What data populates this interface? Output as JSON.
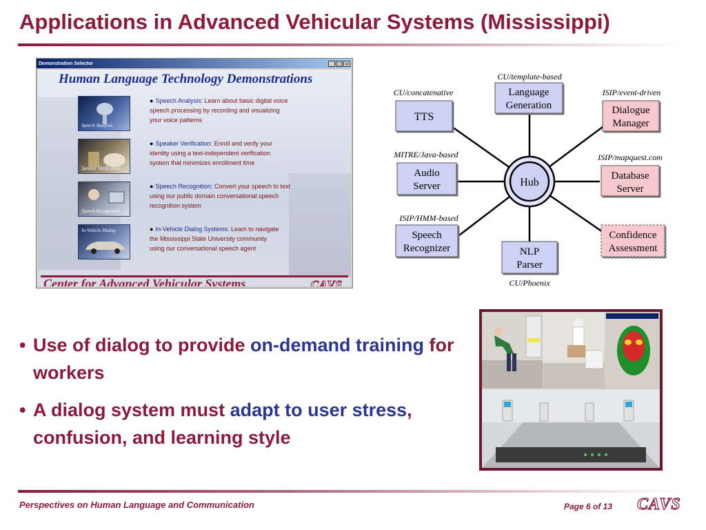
{
  "slide": {
    "title": "Applications in Advanced Vehicular Systems (Mississippi)"
  },
  "demo_window": {
    "window_title": "Demonstration Selector",
    "window_buttons": [
      "_",
      "□",
      "×"
    ],
    "header": "Human Language Technology Demonstrations",
    "items": [
      {
        "thumb_label": "Speech Analysis",
        "title": "Speech Analysis:",
        "lines": [
          " Learn about basic digital voice",
          "speech processing by recording and visualizing",
          "your voice patterns"
        ]
      },
      {
        "thumb_label": "Speaker Verification",
        "title": "Speaker Verification:",
        "lines": [
          " Enroll and verify your",
          "identity using a text-independent verification",
          "system that minimizes enrollment time"
        ]
      },
      {
        "thumb_label": "Speech Recognition",
        "title": "Speech Recognition:",
        "lines": [
          " Convert your speech to text",
          "using our public domain conversational speech",
          "recognition system"
        ]
      },
      {
        "thumb_label": "In-Vehicle Dialog",
        "title": "In-Vehicle Dialog Systems:",
        "lines": [
          " Learn to navigate",
          "the Mississippi State University community",
          "using our conversational speech agent"
        ]
      }
    ],
    "footer": "Center for Advanced Vehicular Systems",
    "logo": "CAVS"
  },
  "hub_diagram": {
    "center": "Hub",
    "nodes": [
      {
        "id": "tts",
        "lines": [
          "TTS"
        ],
        "caption": "CU/concatenative",
        "style": "blue"
      },
      {
        "id": "language-generation",
        "lines": [
          "Language",
          "Generation"
        ],
        "caption": "CU/template-based",
        "style": "blue"
      },
      {
        "id": "dialogue-manager",
        "lines": [
          "Dialogue",
          "Manager"
        ],
        "caption": "ISIP/event-driven",
        "style": "pink"
      },
      {
        "id": "audio-server",
        "lines": [
          "Audio",
          "Server"
        ],
        "caption": "MITRE/Java-based",
        "style": "blue"
      },
      {
        "id": "database-server",
        "lines": [
          "Database",
          "Server"
        ],
        "caption": "ISIP/mapquest.com",
        "style": "pink"
      },
      {
        "id": "speech-recognizer",
        "lines": [
          "Speech",
          "Recognizer"
        ],
        "caption": "ISIP/HMM-based",
        "style": "blue"
      },
      {
        "id": "nlp-parser",
        "lines": [
          "NLP",
          "Parser"
        ],
        "caption": "CU/Phoenix",
        "style": "blue"
      },
      {
        "id": "confidence-assessment",
        "lines": [
          "Confidence",
          "Assessment"
        ],
        "caption": "",
        "style": "pink-dashed"
      }
    ],
    "colors": {
      "blue_fill": "#cdd1f4",
      "pink_fill": "#f7c9cf",
      "line": "#000000"
    }
  },
  "bullets": [
    {
      "segments": [
        {
          "text": "Use of dialog to provide ",
          "hl": false
        },
        {
          "text": "on-demand training",
          "hl": true
        },
        {
          "text": " for workers",
          "hl": false
        }
      ]
    },
    {
      "segments": [
        {
          "text": "A dialog system must ",
          "hl": false
        },
        {
          "text": "adapt to user stress",
          "hl": true
        },
        {
          "text": ", confusion, and learning style",
          "hl": false
        }
      ]
    }
  ],
  "footer": {
    "left": "Perspectives on Human Language and Communication",
    "page": "Page 6 of 13",
    "logo": "CAVS"
  },
  "colors": {
    "accent": "#8b1a3b",
    "highlight": "#2c3591"
  }
}
